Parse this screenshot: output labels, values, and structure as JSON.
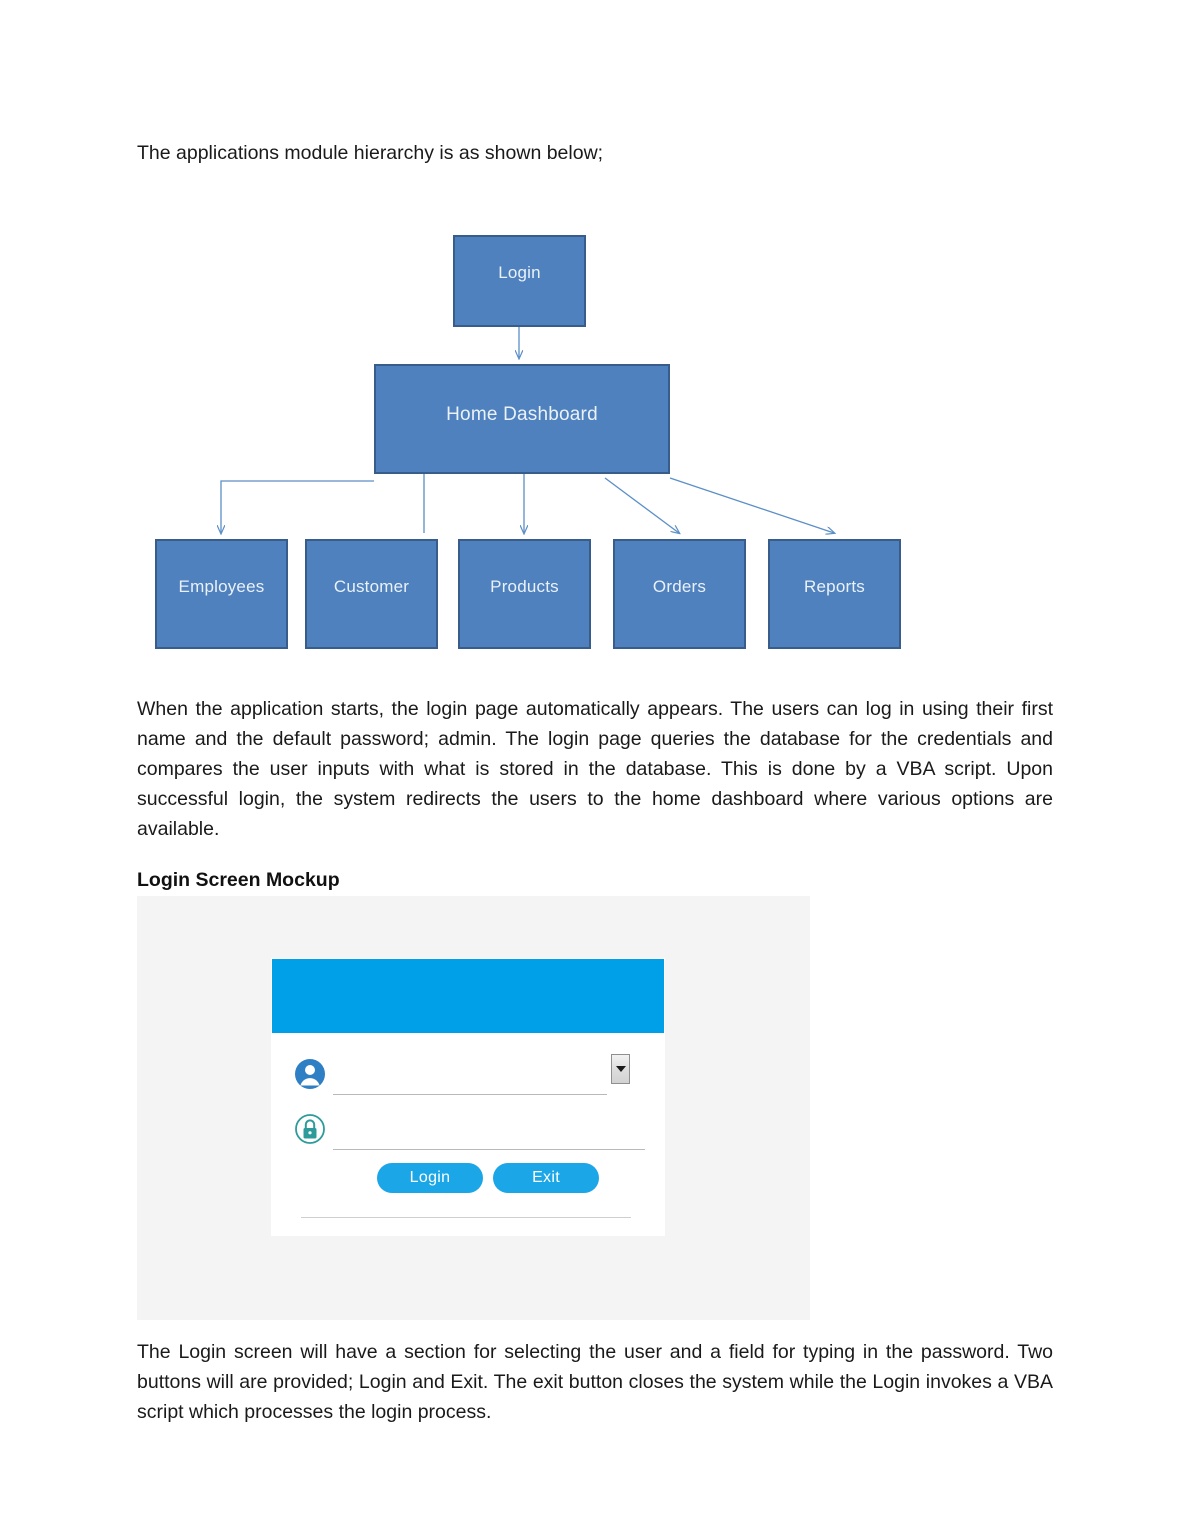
{
  "document": {
    "intro_paragraph": "The applications module hierarchy is as shown below;",
    "description_paragraph": "When the application starts, the login page automatically appears. The users can log in using their first name and the default password; admin. The login page queries the database for the credentials and compares the user inputs with what is stored in the database. This is done by a VBA script. Upon successful login, the system redirects the users to the home dashboard where various options are available.",
    "mockup_heading": "Login Screen Mockup",
    "footer_paragraph": "The Login screen will have a section for selecting the user and a field for typing in the password. Two buttons will are provided; Login and Exit. The exit button closes the system while the Login invokes a VBA script which processes the login process."
  },
  "diagram": {
    "type": "hierarchy",
    "node_fill": "#4E81BD",
    "node_border": "#385D8A",
    "node_text_color": "#EAF1F8",
    "connector_color": "#5B8FC7",
    "root": {
      "label": "Login"
    },
    "level2": {
      "label": "Home Dashboard"
    },
    "children": [
      {
        "label": "Employees"
      },
      {
        "label": "Customer"
      },
      {
        "label": "Products"
      },
      {
        "label": "Orders"
      },
      {
        "label": "Reports"
      }
    ]
  },
  "login_mockup": {
    "background_color": "#f4f4f4",
    "card_background": "#ffffff",
    "header_color": "#00A0E9",
    "header_text": "",
    "accent_color": "#1BA6E8",
    "username_field": {
      "icon": "user-icon",
      "value": "",
      "placeholder": ""
    },
    "password_field": {
      "icon": "lock-icon",
      "value": "",
      "placeholder": ""
    },
    "dropdown": {
      "icon": "caret-down-icon"
    },
    "buttons": {
      "login_label": "Login",
      "exit_label": "Exit"
    }
  }
}
